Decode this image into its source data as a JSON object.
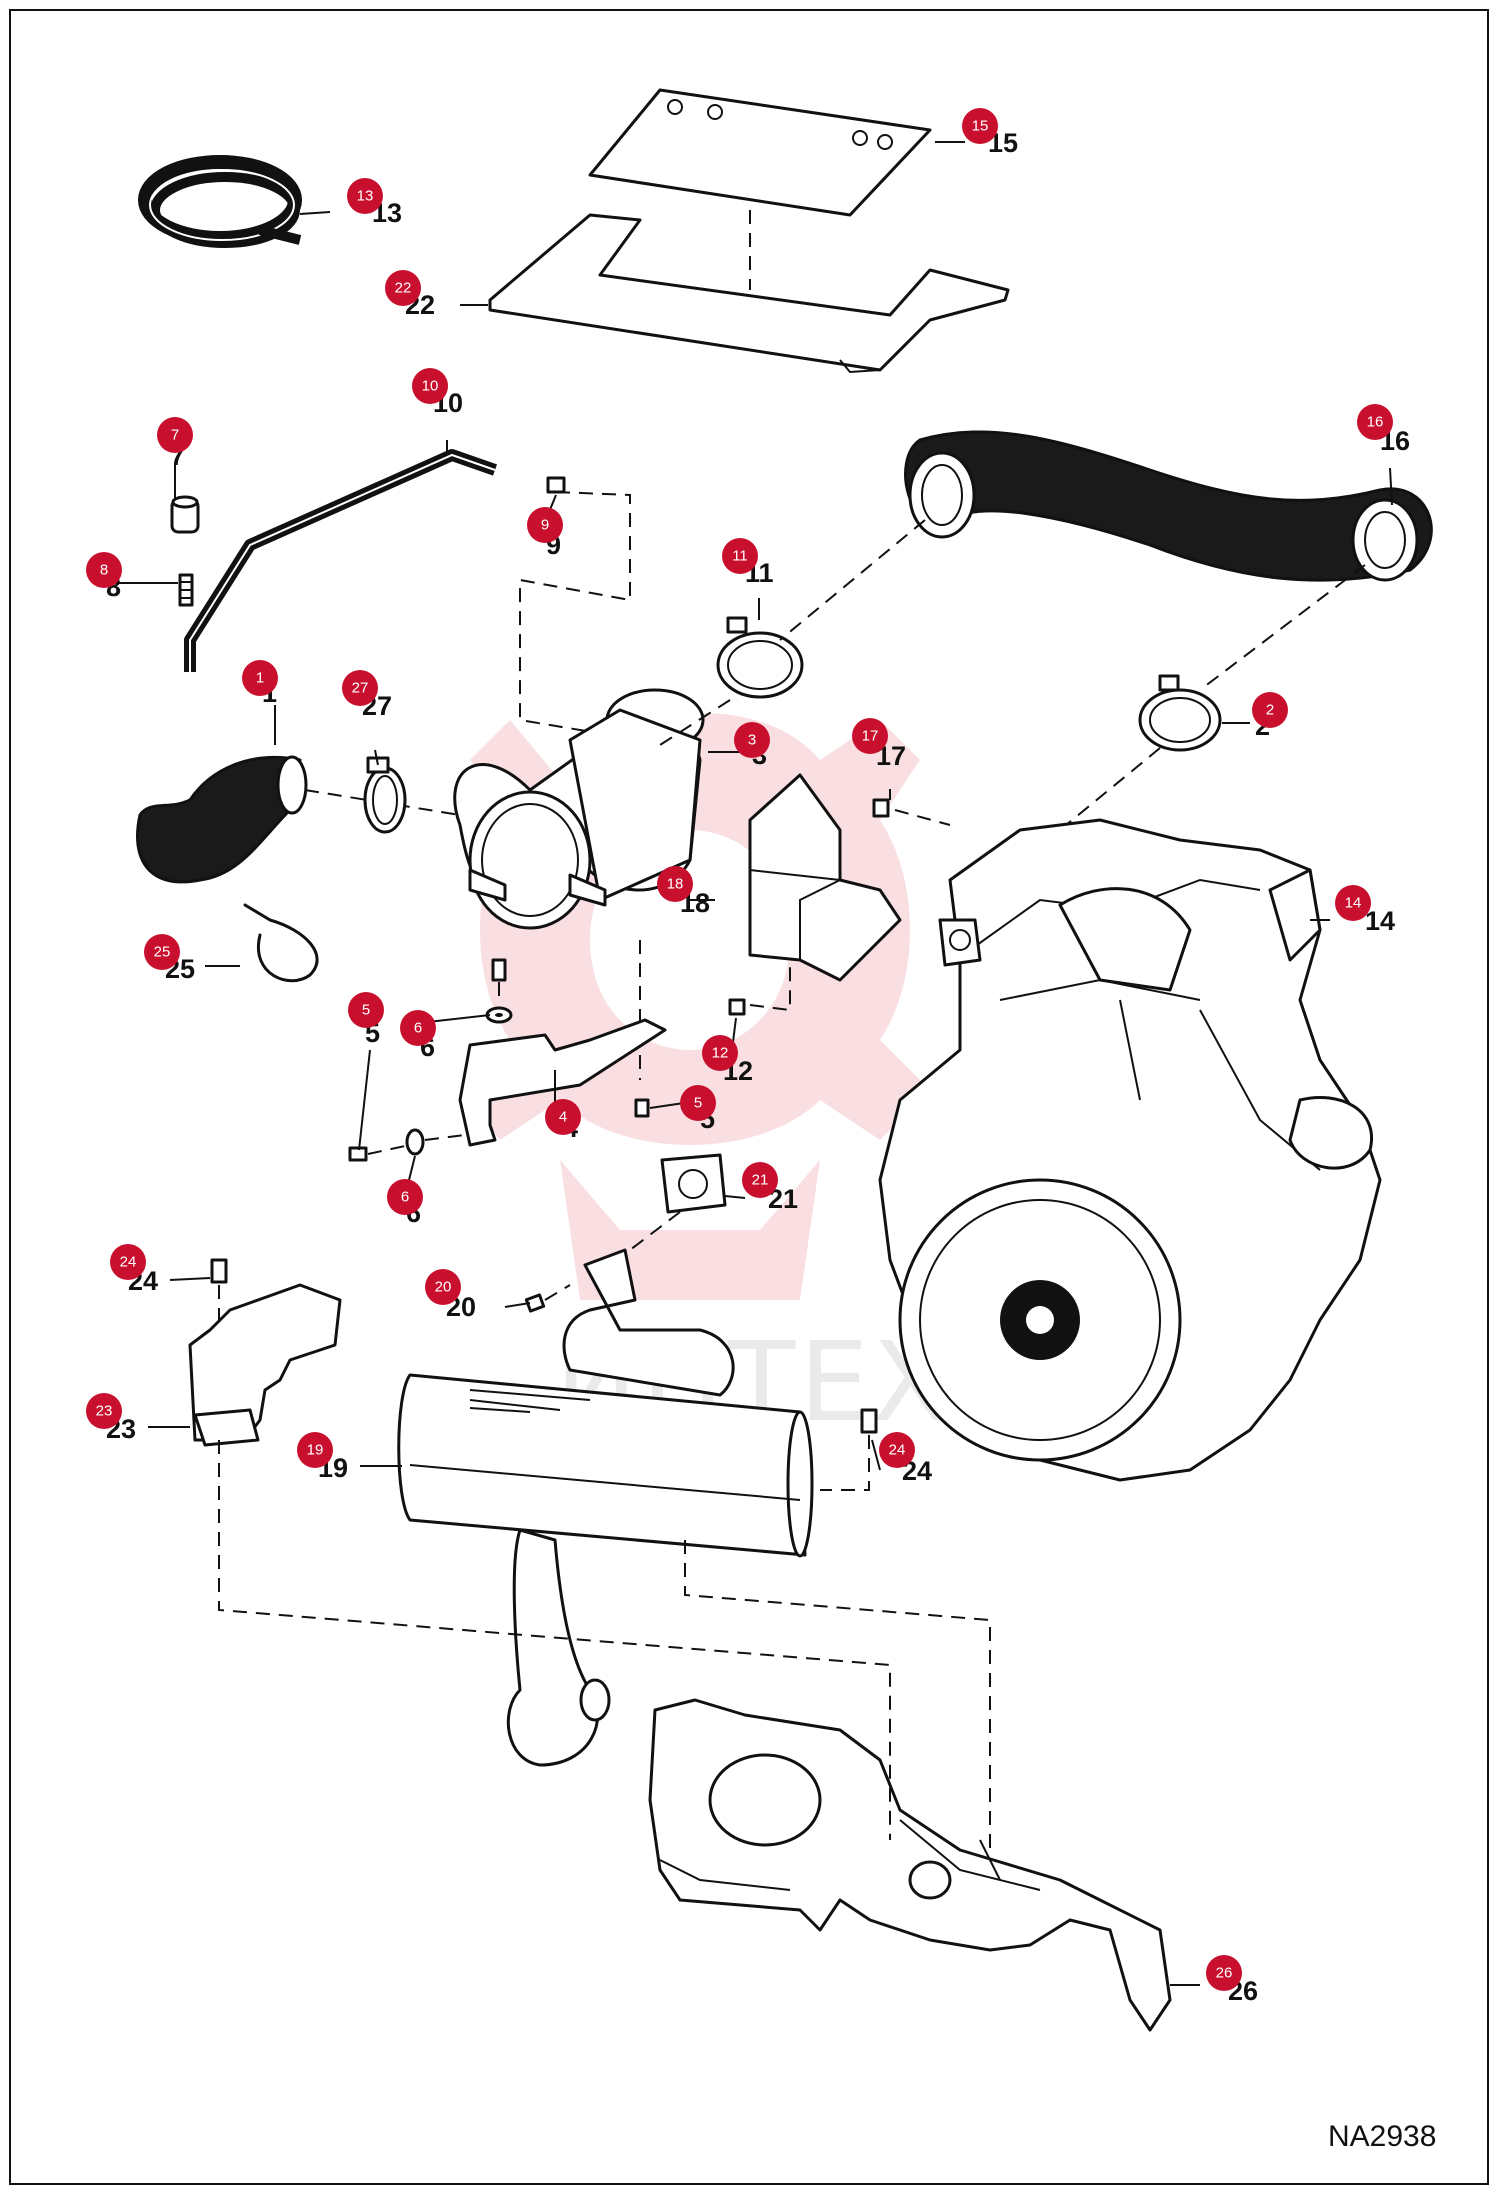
{
  "diagram_code": "NA2938",
  "watermark": "ИНТЕХ",
  "accent_color": "#c8102e",
  "callouts": {
    "c1": "1",
    "c2": "2",
    "c3": "3",
    "c4": "4",
    "c5a": "5",
    "c5b": "5",
    "c6a": "6",
    "c6b": "6",
    "c7": "7",
    "c8": "8",
    "c9": "9",
    "c10": "10",
    "c11": "11",
    "c12": "12",
    "c13": "13",
    "c14": "14",
    "c15": "15",
    "c16": "16",
    "c17": "17",
    "c18": "18",
    "c19": "19",
    "c20": "20",
    "c21": "21",
    "c22": "22",
    "c23": "23",
    "c24a": "24",
    "c24b": "24",
    "c25": "25",
    "c26": "26",
    "c27": "27"
  }
}
